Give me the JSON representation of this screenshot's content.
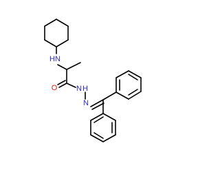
{
  "molecule": {
    "atom_labels": {
      "amine": "HN",
      "carbonyl_oxygen": "O",
      "hydrazide_nh": "N",
      "hydrazide_h": "H",
      "imine_n": "N"
    },
    "colors": {
      "nitrogen": "#2a2ad8",
      "oxygen": "#e8130f",
      "carbon_bond": "#000000",
      "background": "#ffffff"
    }
  }
}
